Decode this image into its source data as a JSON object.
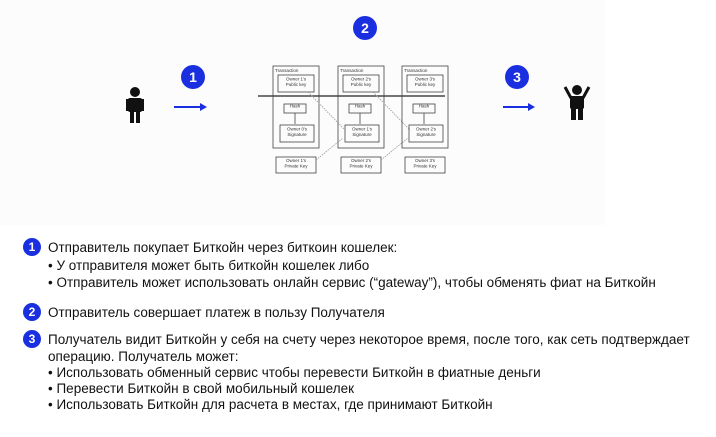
{
  "steps": {
    "one": "1",
    "two": "2",
    "three": "3"
  },
  "diagram": {
    "transaction": "Transaction",
    "pub": [
      [
        "Owner 1's",
        "Public key"
      ],
      [
        "Owner 2's",
        "Public key"
      ],
      [
        "Owner 3's",
        "Public key"
      ]
    ],
    "hash": "Hash",
    "sig": [
      [
        "Owner 0's",
        "Signature"
      ],
      [
        "Owner 1's",
        "Signature"
      ],
      [
        "Owner 2's",
        "Signature"
      ]
    ],
    "priv": [
      [
        "Owner 1's",
        "Private Key"
      ],
      [
        "Owner 2's",
        "Private Key"
      ],
      [
        "Owner 3's",
        "Private Key"
      ]
    ]
  },
  "text": {
    "s1": "Отправитель покупает Биткойн через биткоин кошелек:",
    "s1a": "• У отправителя может быть биткойн кошелек либо",
    "s1b": "• Отправитель может использовать онлайн сервис (“gateway”), чтобы обменять фиат на Биткойн",
    "s2": "Отправитель совершает платеж в пользу Получателя",
    "s3": "Получатель видит Биткойн у себя на счету через некоторое время, после того, как сеть подтверждает",
    "s3c": "операцию. Получатель может:",
    "s3a": "• Использовать обменный сервис чтобы перевести Биткойн в фиатные деньги",
    "s3b": "• Перевести Биткойн в свой мобильный кошелек",
    "s3d": "• Использовать Биткойн для расчета в местах, где принимают Биткойн"
  }
}
